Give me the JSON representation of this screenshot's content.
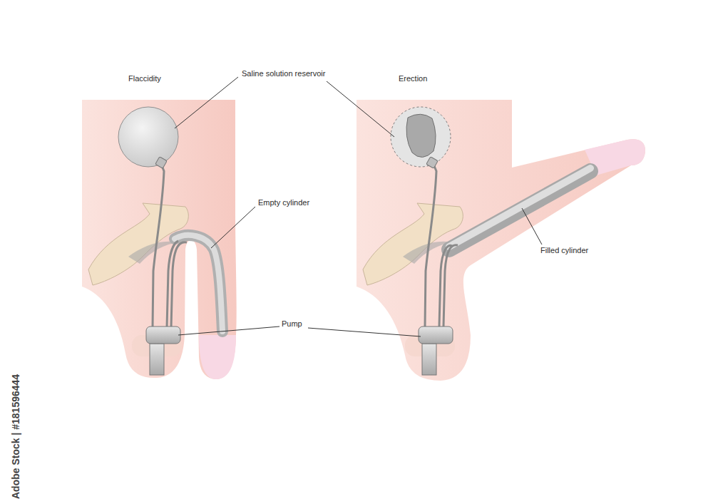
{
  "diagram": {
    "labels": [
      "Flaccidity",
      "Erection",
      "Saline solution reservoir",
      "Empty cylinder",
      "Filled cylinder",
      "Pump",
      "Adobe Stock | #181596444"
    ]
  }
}
